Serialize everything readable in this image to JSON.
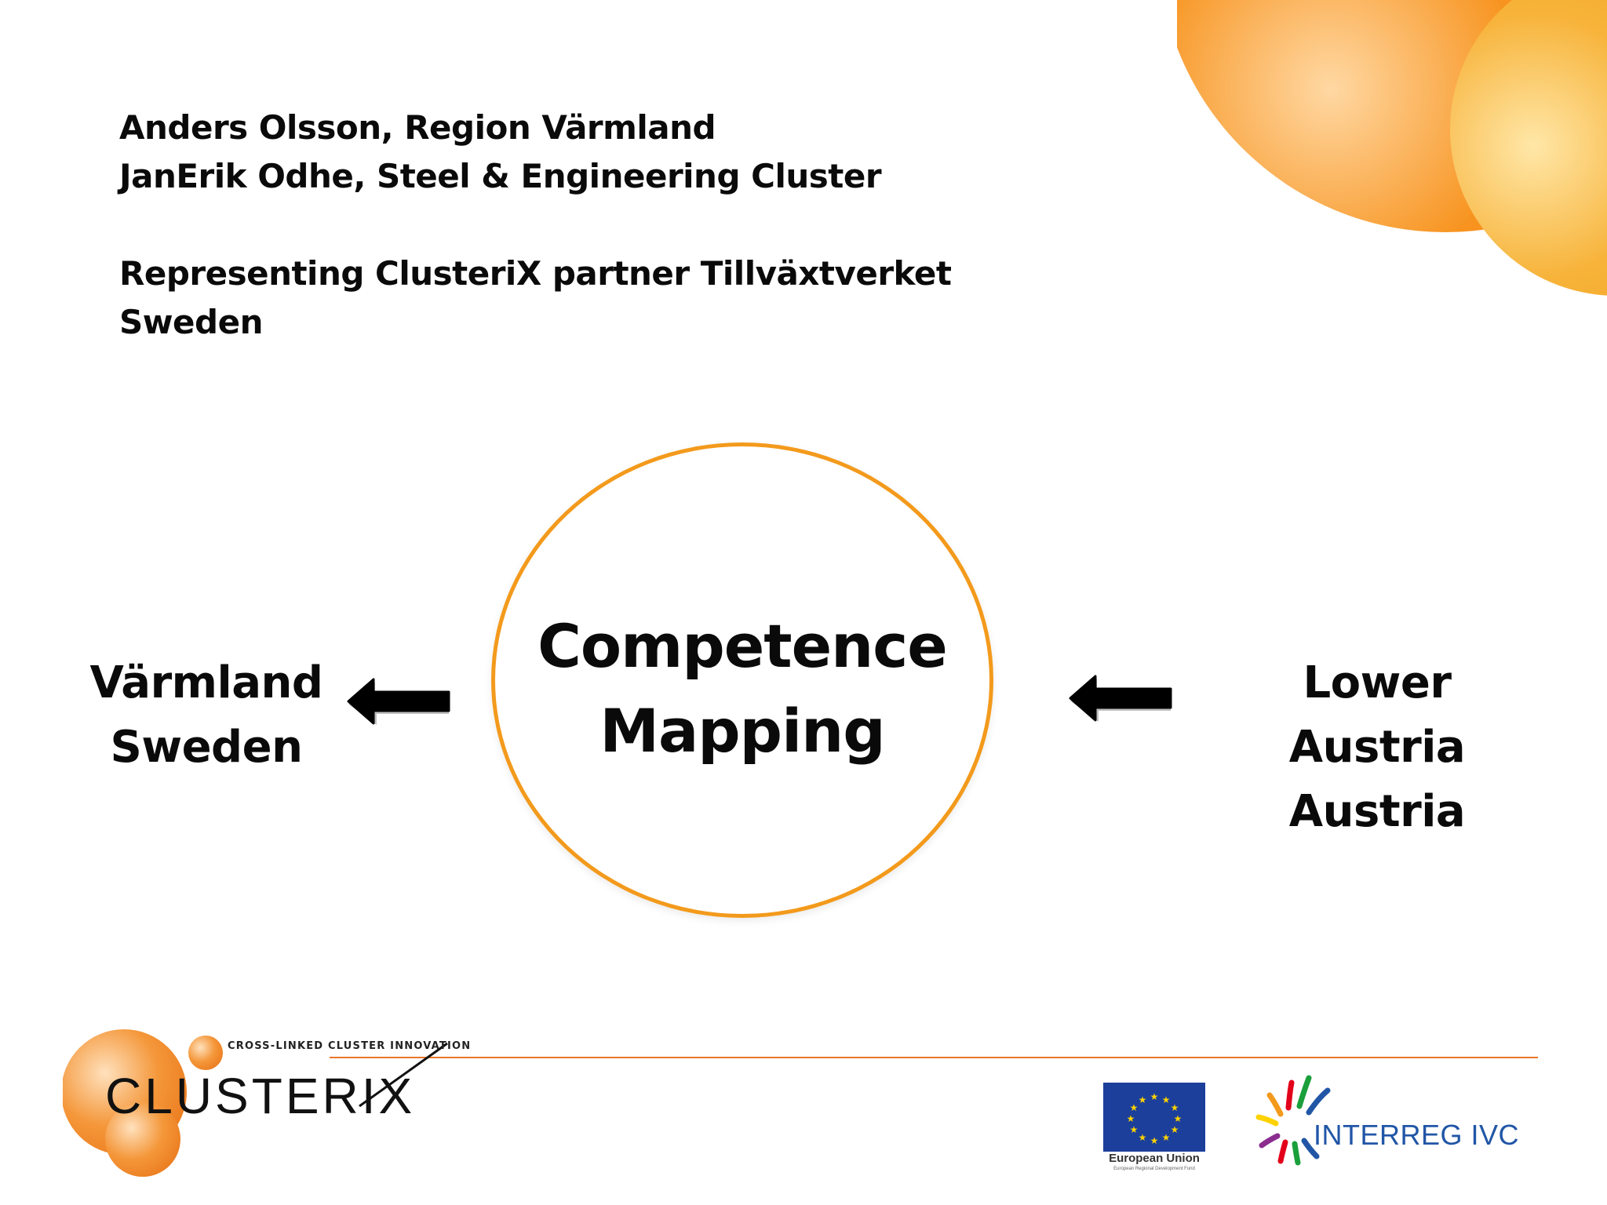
{
  "intro": {
    "line1": "Anders Olsson, Region Värmland",
    "line2": "JanErik Odhe, Steel & Engineering Cluster",
    "line3": "Representing ClusteriX partner Tillväxtverket",
    "line4": "Sweden"
  },
  "diagram": {
    "center_line1": "Competence",
    "center_line2": "Mapping",
    "left_line1": "Värmland",
    "left_line2": "Sweden",
    "right_line1": "Lower Austria",
    "right_line2": "Austria"
  },
  "footer": {
    "tagline": "Cross-Linked Cluster Innovation",
    "logo_text": "CLUSTERIX",
    "eu_text": "European Union",
    "eu_subtext": "European Regional Development Fund",
    "interreg_text": "INTERREG IVC"
  },
  "colors": {
    "accent_orange": "#f39a1c",
    "rule_orange": "#e8762a",
    "eu_blue": "#1b3f9a",
    "interreg_blue": "#2156a6"
  }
}
